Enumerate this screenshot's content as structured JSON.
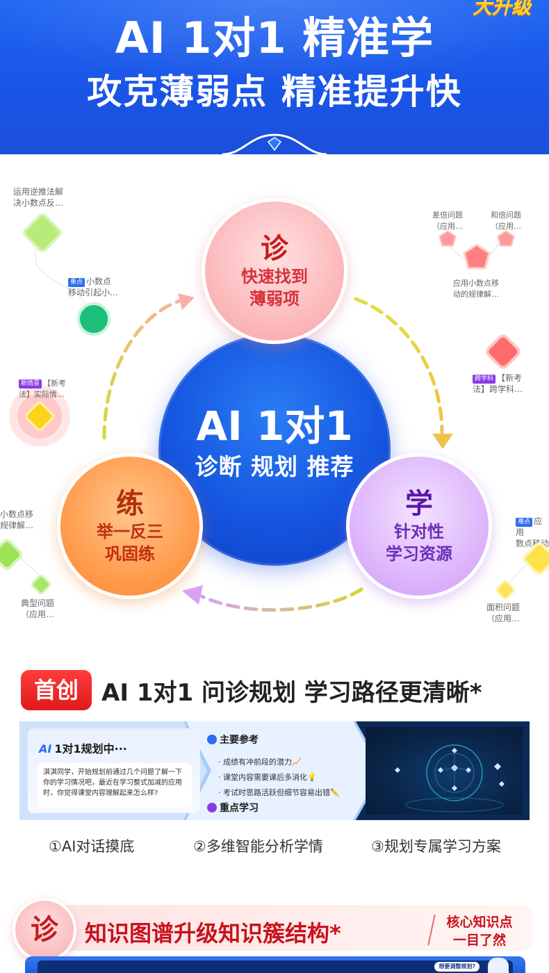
{
  "header": {
    "title": "AI 1对1 精准学",
    "subtitle": "攻克薄弱点 精准提升快",
    "badge": "大升级"
  },
  "cycle": {
    "center": {
      "line1": "AI 1对1",
      "line2": "诊断 规划 推荐"
    },
    "diagnose": {
      "char": "诊",
      "line1": "快速找到",
      "line2": "薄弱项"
    },
    "practice": {
      "char": "练",
      "line1": "举一反三",
      "line2": "巩固练"
    },
    "study": {
      "char": "学",
      "line1": "针对性",
      "line2": "学习资源"
    },
    "nodes": {
      "n1": {
        "line1": "运用逆推法解",
        "line2": "决小数点反…"
      },
      "n2": {
        "tag": "重点",
        "line1": "小数点",
        "line2": "移动引起小…"
      },
      "n3": {
        "tag": "新情景",
        "line1": "【新考",
        "line2": "法】实际情…"
      },
      "n4": {
        "line1": "小数点移",
        "line2": "规律解…"
      },
      "n5": {
        "line1": "典型问题",
        "line2": "（应用…"
      },
      "n6": {
        "line1": "差倍问题",
        "line2": "（应用…"
      },
      "n7": {
        "line1": "和倍问题",
        "line2": "（应用…"
      },
      "n8": {
        "line1": "应用小数点移",
        "line2": "动的规律解…"
      },
      "n9": {
        "tag": "跨学科",
        "line1": "【新考",
        "line2": "法】跨学科…"
      },
      "n10": {
        "tag": "难点",
        "line1": "应用",
        "line2": "数点移动"
      },
      "n11": {
        "line1": "面积问题",
        "line2": "（应用…"
      }
    },
    "colors": {
      "center": "#1656e0",
      "diagnose": "#fbb4b7",
      "practice": "#ff9a4a",
      "study": "#dcb3fb",
      "arrow_yellow": "#d8d23a",
      "arrow_pink": "#f6b0a8",
      "arrow_purple": "#cf9cf7"
    }
  },
  "section2": {
    "badge": "首创",
    "title": "AI 1对1 问诊规划 学习路径更清晰*",
    "card1": {
      "ai": "AI",
      "heading": "1对1规划中···",
      "message": "淇淇同学，开始规划前通过几个问题了解一下你的学习情况吧，最近在学习整式加减的应用时，你觉得课堂内容理解起来怎么样?"
    },
    "card2": {
      "heading": "主要参考",
      "items": [
        "成绩有冲前段的潜力📈",
        "课堂内容需要课后多消化💡",
        "考试时思路活跃但细节容易出错✏️"
      ],
      "heading2": "重点学习"
    },
    "steps": [
      "①AI对话摸底",
      "②多维智能分析学情",
      "③规划专属学习方案"
    ]
  },
  "section3": {
    "char": "诊",
    "title": "知识图谱升级知识簇结构*",
    "side_line1": "核心知识点",
    "side_line2": "一目了然",
    "tip": "想要调整规划?"
  }
}
